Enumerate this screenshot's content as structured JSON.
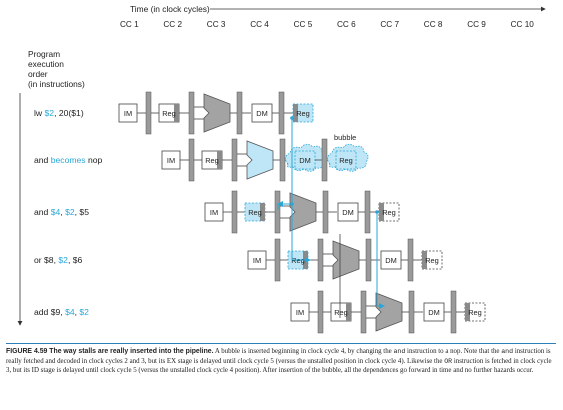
{
  "header": {
    "time_label": "Time (in clock cycles)",
    "cycles": [
      "CC 1",
      "CC 2",
      "CC 3",
      "CC 4",
      "CC 5",
      "CC 6",
      "CC 7",
      "CC 8",
      "CC 9",
      "CC 10"
    ],
    "order_label": [
      "Program",
      "execution",
      "order",
      "(in instructions)"
    ]
  },
  "instructions": [
    {
      "parts": [
        {
          "text": "lw ",
          "hl": false
        },
        {
          "text": "$2",
          "hl": true
        },
        {
          "text": ", 20($1)",
          "hl": false
        }
      ]
    },
    {
      "parts": [
        {
          "text": "and ",
          "hl": false
        },
        {
          "text": "becomes",
          "hl": true
        },
        {
          "text": " nop",
          "hl": false
        }
      ]
    },
    {
      "parts": [
        {
          "text": "and ",
          "hl": false
        },
        {
          "text": "$4",
          "hl": true
        },
        {
          "text": ", ",
          "hl": false
        },
        {
          "text": "$2",
          "hl": true
        },
        {
          "text": ", $5",
          "hl": false
        }
      ]
    },
    {
      "parts": [
        {
          "text": "or $8, ",
          "hl": false
        },
        {
          "text": "$2",
          "hl": true
        },
        {
          "text": ", $6",
          "hl": false
        }
      ]
    },
    {
      "parts": [
        {
          "text": "add $9, ",
          "hl": false
        },
        {
          "text": "$4",
          "hl": true
        },
        {
          "text": ", ",
          "hl": false
        },
        {
          "text": "$2",
          "hl": true
        }
      ]
    }
  ],
  "stages": {
    "im": "IM",
    "reg": "Reg",
    "dm": "DM"
  },
  "bubble_label": "bubble",
  "caption": {
    "title": "FIGURE 4.59 The way stalls are really inserted into the pipeline.",
    "p1": " A bubble is inserted beginning in clock cycle 4, by changing the ",
    "m1": "and",
    "p2": " instruction to a nop. Note that the ",
    "m2": "and",
    "p3": " instruction is really fetched and decoded in clock cycles 2 and 3, but its EX stage is delayed until clock cycle 5 (versus the unstalled position in clock cycle 4). Likewise the ",
    "m3": "OR",
    "p4": " instruction is fetched in clock cycle 3, but its ID stage is delayed until clock cycle 5 (versus the unstalled clock cycle 4 position). After insertion of the bubble, all the dependences go forward in time and no further hazards occur."
  },
  "colors": {
    "accent": "#2aa7d8",
    "alu": "#a3a3a3",
    "bar": "#9a9a9a",
    "bubble": "#bfe6f6",
    "caption_rule": "#2d7fb8"
  }
}
